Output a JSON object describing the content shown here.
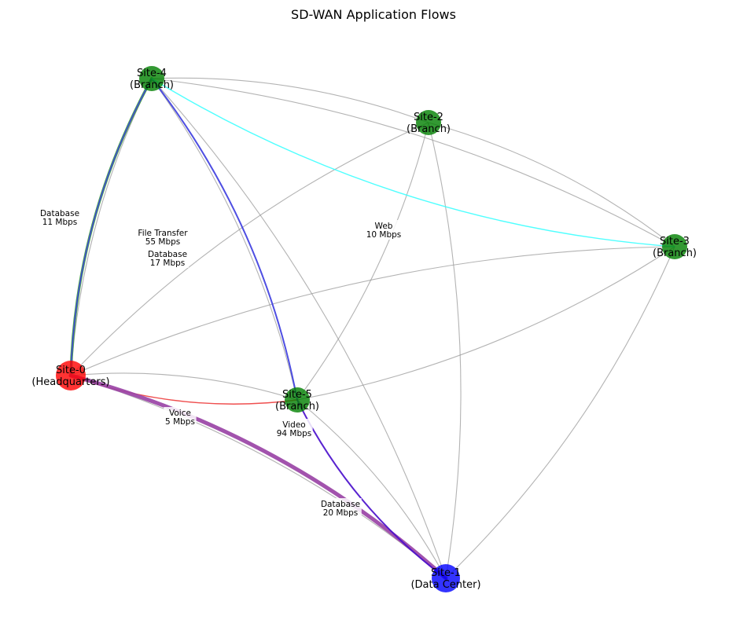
{
  "title": "SD-WAN Application Flows",
  "colors": {
    "headquarters": "#ff0000",
    "data_center": "#0000ff",
    "branch": "#008000",
    "background_link": "#999999",
    "edge_label_bg": "#ffffff"
  },
  "nodes": [
    {
      "id": "site0",
      "name": "Site-0",
      "role": "(Headquarters)",
      "type": "headquarters"
    },
    {
      "id": "site1",
      "name": "Site-1",
      "role": "(Data Center)",
      "type": "data_center"
    },
    {
      "id": "site2",
      "name": "Site-2",
      "role": "(Branch)",
      "type": "branch"
    },
    {
      "id": "site3",
      "name": "Site-3",
      "role": "(Branch)",
      "type": "branch"
    },
    {
      "id": "site4",
      "name": "Site-4",
      "role": "(Branch)",
      "type": "branch"
    },
    {
      "id": "site5",
      "name": "Site-5",
      "role": "(Branch)",
      "type": "branch"
    }
  ],
  "links": [
    [
      "site0",
      "site5"
    ],
    [
      "site0",
      "site1"
    ],
    [
      "site0",
      "site2"
    ],
    [
      "site0",
      "site3"
    ],
    [
      "site0",
      "site4"
    ],
    [
      "site4",
      "site2"
    ],
    [
      "site4",
      "site3"
    ],
    [
      "site4",
      "site5"
    ],
    [
      "site4",
      "site1"
    ],
    [
      "site2",
      "site3"
    ],
    [
      "site2",
      "site5"
    ],
    [
      "site2",
      "site1"
    ],
    [
      "site3",
      "site5"
    ],
    [
      "site3",
      "site1"
    ],
    [
      "site5",
      "site1"
    ]
  ],
  "flows": [
    {
      "id": "f-database-04",
      "from": "site0",
      "to": "site4",
      "app": "Database",
      "rate": "11 Mbps",
      "color": "#3f9f3f"
    },
    {
      "id": "f-filetransfer-04",
      "from": "site4",
      "to": "site0",
      "app": "File Transfer",
      "rate": "55 Mbps",
      "color": "#3f3fdf"
    },
    {
      "id": "f-database-45",
      "from": "site4",
      "to": "site5",
      "app": "Database",
      "rate": "17 Mbps",
      "color": "#3f3fdf"
    },
    {
      "id": "f-web-43",
      "from": "site4",
      "to": "site3",
      "app": "Web",
      "rate": "10 Mbps",
      "color": "#40ffff"
    },
    {
      "id": "f-hq-05",
      "from": "site0",
      "to": "site5",
      "app": "",
      "rate": "",
      "color": "#ee4040"
    },
    {
      "id": "f-voice-01",
      "from": "site0",
      "to": "site1",
      "app": "Voice",
      "rate": "5 Mbps",
      "color": "#9a44a6"
    },
    {
      "id": "f-video-51",
      "from": "site5",
      "to": "site1",
      "app": "Video",
      "rate": "94 Mbps",
      "color": "#4b10cc"
    },
    {
      "id": "f-database-21",
      "from": "site2",
      "to": "site1",
      "app": "Database",
      "rate": "20 Mbps",
      "color": "#999999"
    }
  ]
}
